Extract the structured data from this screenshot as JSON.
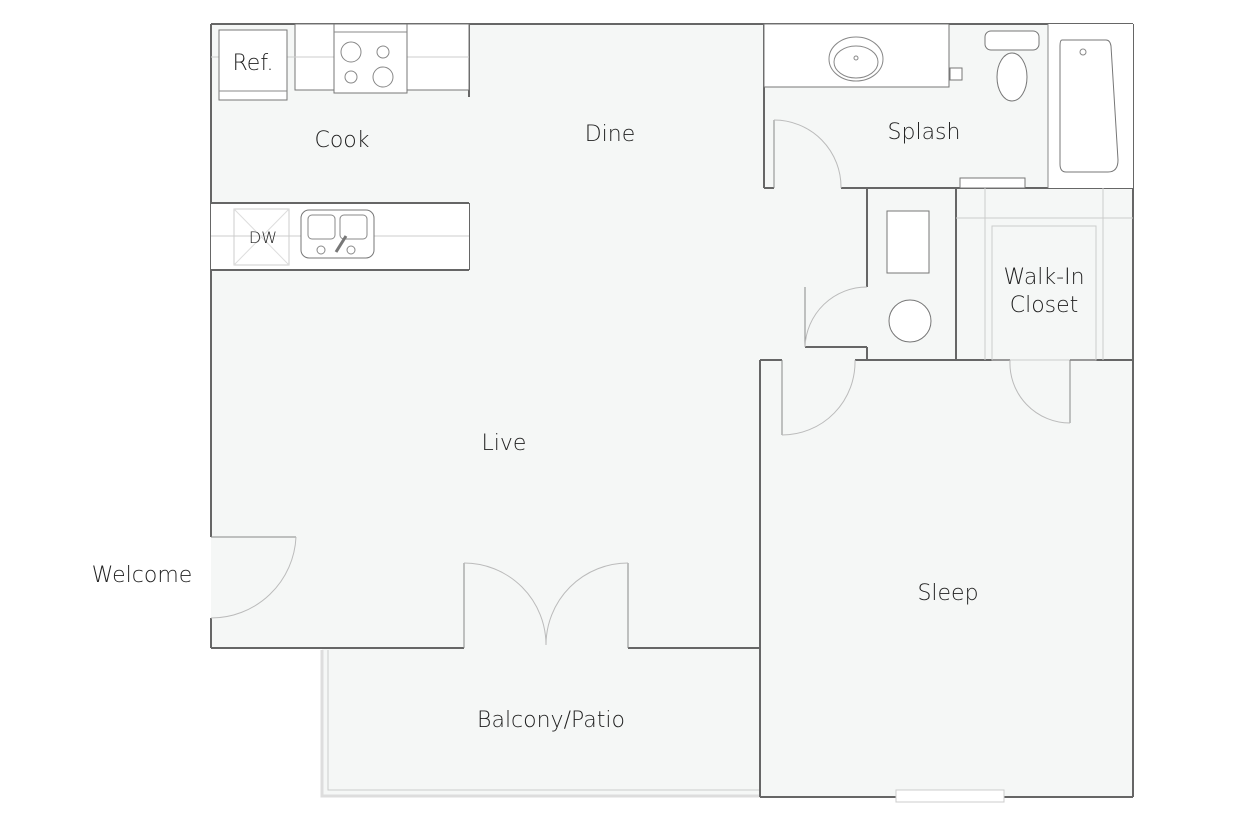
{
  "plan": {
    "rooms": {
      "cook": "Cook",
      "dine": "Dine",
      "splash": "Splash",
      "walk_in_closet": "Walk-In\nCloset",
      "live": "Live",
      "sleep": "Sleep",
      "balcony": "Balcony/Patio",
      "welcome": "Welcome"
    },
    "appliances": {
      "refrigerator": "Ref.",
      "dishwasher": "DW"
    },
    "colors": {
      "floor": "#f5f7f6",
      "wall": "#666666",
      "background": "#ffffff"
    }
  }
}
